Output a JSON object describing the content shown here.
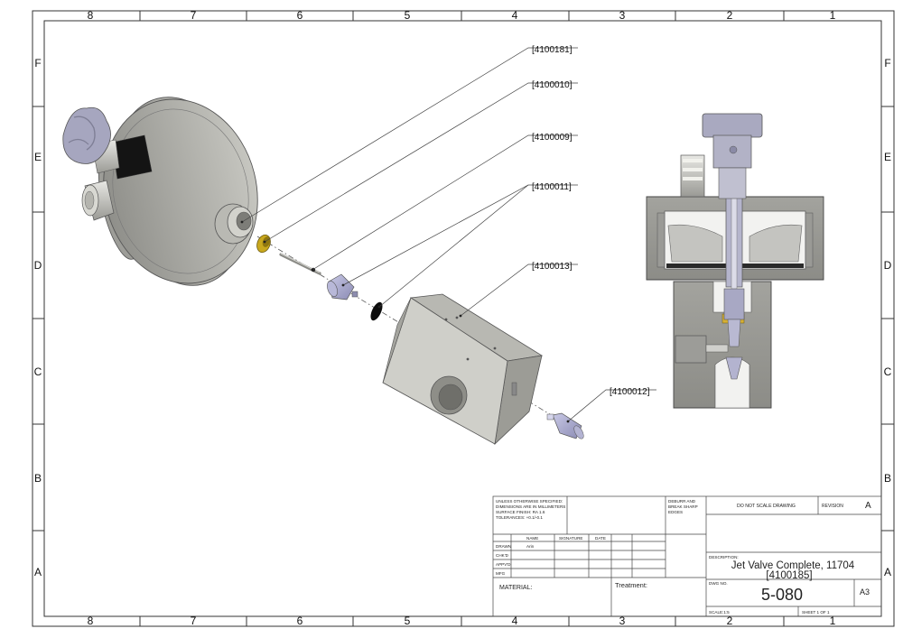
{
  "border": {
    "columns": [
      "8",
      "7",
      "6",
      "5",
      "4",
      "3",
      "2",
      "1"
    ],
    "rows": [
      "F",
      "E",
      "D",
      "C",
      "B",
      "A"
    ]
  },
  "callouts": [
    {
      "label": "[4100181]"
    },
    {
      "label": "[4100010]"
    },
    {
      "label": "[4100009]"
    },
    {
      "label": "[4100011]"
    },
    {
      "label": "[4100013]"
    },
    {
      "label": "[4100012]"
    }
  ],
  "title_block": {
    "notes": [
      "UNLESS OTHERWISE SPECIFIED:",
      "DIMENSIONS ARE IN MILLIMETERS",
      "SURFACE FINISH: RA 1.6",
      "TOLERANCES: +0.1/-0.1"
    ],
    "deburr": [
      "DEBURR AND",
      "BREAK SHARP",
      "EDGES"
    ],
    "do_not_scale": "DO NOT SCALE DRAWING",
    "revision_label": "REVISION",
    "revision": "A",
    "col_name": "NAME",
    "col_signature": "SIGNATURE",
    "col_date": "DATE",
    "rows": [
      "DRAWN",
      "CHK'D",
      "APPV'D",
      "MFG"
    ],
    "drawn_name": "Arin",
    "description_label": "DESCRIPTION:",
    "description_line1": "Jet Valve Complete, 11704",
    "description_line2": "[4100185]",
    "material_label": "MATERIAL:",
    "treatment_label": "Treatment:",
    "dwg_no_label": "DWG NO.",
    "dwg_no": "5-080",
    "size": "A3",
    "scale": "SCALE:1:5",
    "sheet": "SHEET 1 OF 1"
  }
}
